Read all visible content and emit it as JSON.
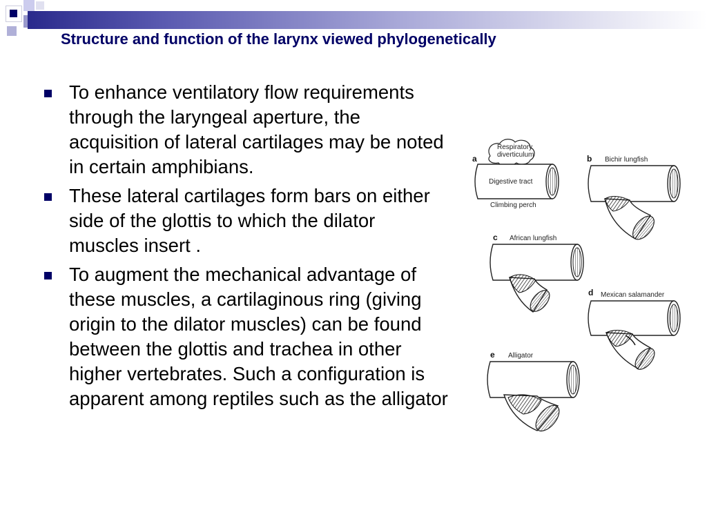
{
  "slide": {
    "title": "Structure and function of the larynx viewed phylogenetically",
    "bullets": [
      "To enhance ventilatory flow requirements through the laryngeal aperture, the acquisition of lateral cartilages may be noted in certain amphibians.",
      "These lateral cartilages form bars on either side of the glottis to which the dilator muscles insert .",
      "To augment the mechanical advantage of these muscles, a cartilaginous ring (giving origin to the dilator muscles) can be found between the glottis and trachea in other higher vertebrates. Such a configuration is apparent among reptiles such as the alligator"
    ]
  },
  "figure": {
    "panels": [
      {
        "letter": "a",
        "label": "Climbing perch",
        "tube_label": "Digestive tract",
        "cloud_label_1": "Respiratory",
        "cloud_label_2": "diverticulum"
      },
      {
        "letter": "b",
        "label": "Bichir  lungfish"
      },
      {
        "letter": "c",
        "label": "African  lungfish"
      },
      {
        "letter": "d",
        "label": "Mexican  salamander"
      },
      {
        "letter": "e",
        "label": "Alligator"
      }
    ]
  },
  "colors": {
    "accent": "#000066",
    "square_light": "#9999cc",
    "square_mid": "#666699"
  }
}
